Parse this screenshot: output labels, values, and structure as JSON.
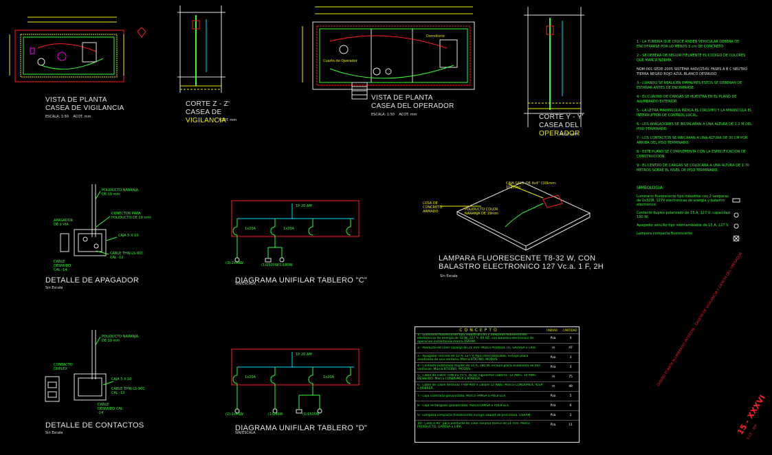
{
  "plans": {
    "vigilancia": {
      "title1": "VISTA DE PLANTA",
      "title2": "CASEA DE VIGILANCIA",
      "scale": "ESCALA: 1:50",
      "acot": "ACOT. mm"
    },
    "corte_z": {
      "title1": "CORTE Z - Z'",
      "title2": "CASEA DE",
      "title3": "VIGILANCIA",
      "acot": "ACOT. mm"
    },
    "operador": {
      "title1": "VISTA DE PLANTA",
      "title2": "CASEA DEL OPERADOR",
      "scale": "ESCALA: 1:50",
      "acot": "ACOT. mm",
      "room1": "Dormitorio",
      "room2": "Cuarto de Operador"
    },
    "corte_y": {
      "title1": "CORTE Y - Y'",
      "title2": "CASEA DEL",
      "title3": "OPERADOR",
      "acot": "ACOT. mm"
    }
  },
  "notes": [
    "1.- LA TUBERIA QUE CRUCE ANDEN VEHICULAR DEBERA DE ENCOFRARSE POR LO MENOS 5 cm DE CONCRETO.",
    "2.- SE DEBERA DE SEGUIR FIELMENTE EL CODIGO DE COLORES QUE MARCA NORMA.",
    "NOM-001-SEDE-2005   SISTEMA 440V/254V.   FASES A B C NEUTRO TIERRA   NEGRO ROJO AZUL BLANCO   DESNUDO",
    "3.- CUANDO SE REALICEN EMPALMES ESTOS SE DEBERAN DE ESTAÑAR ANTES DE ENCINTARSE.",
    "4.- EL CUADRO DE CARGAS SE MUESTRA EN EL PLANO DE ALUMBRADO EXTERIOR.",
    "5.- LA LETRA MAYUSCULA INDICA EL CIRCUITO Y LA MINUSCULA EL INTERRUPTOR DE CONTROL LOCAL.",
    "6.- LOS APAGADORES SE INSTALARAN A UNA ALTURA DE 1.2 M DEL PISO TERMINADO.",
    "7.- LOS CONTACTOS SE UBICARAN A UNA ALTURA DE 30 CM POR ARRIBA DEL PISO TERMINADO.",
    "8.- ESTE PLANO SE COMPLEMENTA CON LA ESPECIFICACION DE CONSTRUCCION.",
    "9.- EL CENTRO DE CARGAS SE COLOCARA A UNA ALTURA DE 1.70 METROS SOBRE EL NIVEL DE PISO TERMINADO."
  ],
  "simbologia": {
    "heading": "SIMBOLOGIA:",
    "items": [
      "Luminario fluorescente tipo industrial con 2 lamparas de 2x32W, 127V electronicas de energia y balastro electronico.",
      "Contacto duplex polarizado de 15 A, 127 V, capacidad 180 W.",
      "Apagador sencillo tipo intercambiable de 15 A, 127 V.",
      "Lampara compacta fluorescente"
    ]
  },
  "details": {
    "apagador": {
      "title": "DETALLE DE APAGADOR",
      "scale": "Sin Escala",
      "label1": "POLIDUCTO NARANJA DE 19 mm",
      "label2": "CONECTOR PARA POLIDUCTO DE 19 mm",
      "label3": "CAJA 5 X 10",
      "label4": "CABLE THW-LS-90C CAL -12",
      "label5": "APAGADOR DE 1 VIA",
      "label6": "CABLE DESNUDO CAL -14"
    },
    "contactos": {
      "title": "DETALLE DE CONTACTOS",
      "scale": "Sin Escala",
      "label1": "POLIDUCTO NARANJA DE 19 mm",
      "label2": "CAJA 5 X 10",
      "label3": "CABLE THW-LS-90C CAL -12",
      "label4": "CABLE DESNUDO CAL -14",
      "label5": "CONTACTO DUPLEX"
    },
    "tablero_c": {
      "title": "DIAGRAMA UNIFILAR TABLERO \"C\"",
      "scale": "SIN/ESCALA",
      "main": "1P-20 AM",
      "b1": "1x20A",
      "b2": "1x20A",
      "load1": "(3) 2x40W",
      "load2": "(1)1500W",
      "load3": "(1)180W"
    },
    "tablero_d": {
      "title": "DIAGRAMA UNIFILAR TABLERO \"D\"",
      "scale": "SIN/ESCALA",
      "main": "1P-20 AM",
      "b1": "1x20A",
      "b2": "1x20A",
      "load1": "(2) 2x40W",
      "load2": "(1)180W",
      "load3": "(1)1500W"
    },
    "lampara": {
      "title1": "LAMPARA FLUORESCENTE T8-32 W, CON",
      "title2": "BALASTRO ELECTRONICO   127 Vc.a. 1 F, 2H",
      "scale": "Sin Escala",
      "label1": "CAJA GALV. DE 4x4\" (101mm: 101mm)",
      "label2": "LOSA DE CONCRETO ARMADO",
      "label3": "POLIDUCTO COLOR NARANJA DE 19mm"
    }
  },
  "concepto": {
    "header": "CONCEPTO",
    "col_unit": "UNIDAD",
    "col_qty": "CANTIDAD",
    "rows": [
      {
        "d": "1.- Luminario fluorescente tipo industrial con 2 lamparas fluorescentes electronicas de energia de 32 W, 127 V, 60 HZ, con balastro electronico de operacion instantanea marca OSRAM.",
        "u": "Pza.",
        "c": "4"
      },
      {
        "d": "2.- Poliducto de color naranja de 21 mm. Marca POLYDUCTO, GATUSA o LIRA.",
        "u": "m",
        "c": "47"
      },
      {
        "d": "3.- Apagador sencillo de 15 A, 127 V, tipo intercambiable, incluye placa anodizada de una ventana. Marca BTICINO, MODUS.",
        "u": "Pza.",
        "c": "3"
      },
      {
        "d": "4.- Contacto polarizado duplex de 15 A, 180 W, incluye placa anodizada de dos ventanas. Marca BTICINO, MODUS.",
        "u": "Pza.",
        "c": "3"
      },
      {
        "d": "5.- Cable de cobre THW-LS-75°C de los siguientes calibres: 12 AWG, 14 AWG DESNUDO. Marca CONDUMEX o KOBREX.",
        "u": "m",
        "c": "75"
      },
      {
        "d": "6.- Cable de cobre desnudo THW-900 V calibre 12 AWG. Marca CONDUMEX, IUSA o KOBREX.",
        "u": "m",
        "c": "48"
      },
      {
        "d": "7.- Caja cuadrada galvanizada. Marca FAMSA o POLIFLEX.",
        "u": "Pza.",
        "c": "5"
      },
      {
        "d": "8.- Caja rectangular galvanizada. Marca FAMSA o POLIFLEX.",
        "u": "Pza.",
        "c": "6"
      },
      {
        "d": "9.- Lampara compacta fluorescente incluye zoquet de porcelana. OSRAM.",
        "u": "Pza.",
        "c": "2"
      },
      {
        "d": "10.- Codo a 90° para poliducto de color naranja marca de 21 mm. Marca POLYDUCTO, GATUSA o LIRA.",
        "u": "Pza.",
        "c": "11"
      }
    ]
  },
  "sheet": {
    "code": "15 - XXXVI",
    "small": "S.I.P. - IEP",
    "diag_text": "DISEÑO PLANTA ALUMBRADO INTERIOR - CASETA DE VIGILANCIA Y CASETA DEL OPERADOR"
  },
  "colors": {
    "cad_yellow": "#f0f000",
    "cad_green": "#33ff33",
    "cad_red": "#ff2020",
    "cad_cyan": "#00e0ff",
    "cad_magenta": "#ff00ff",
    "background": "#000000"
  }
}
